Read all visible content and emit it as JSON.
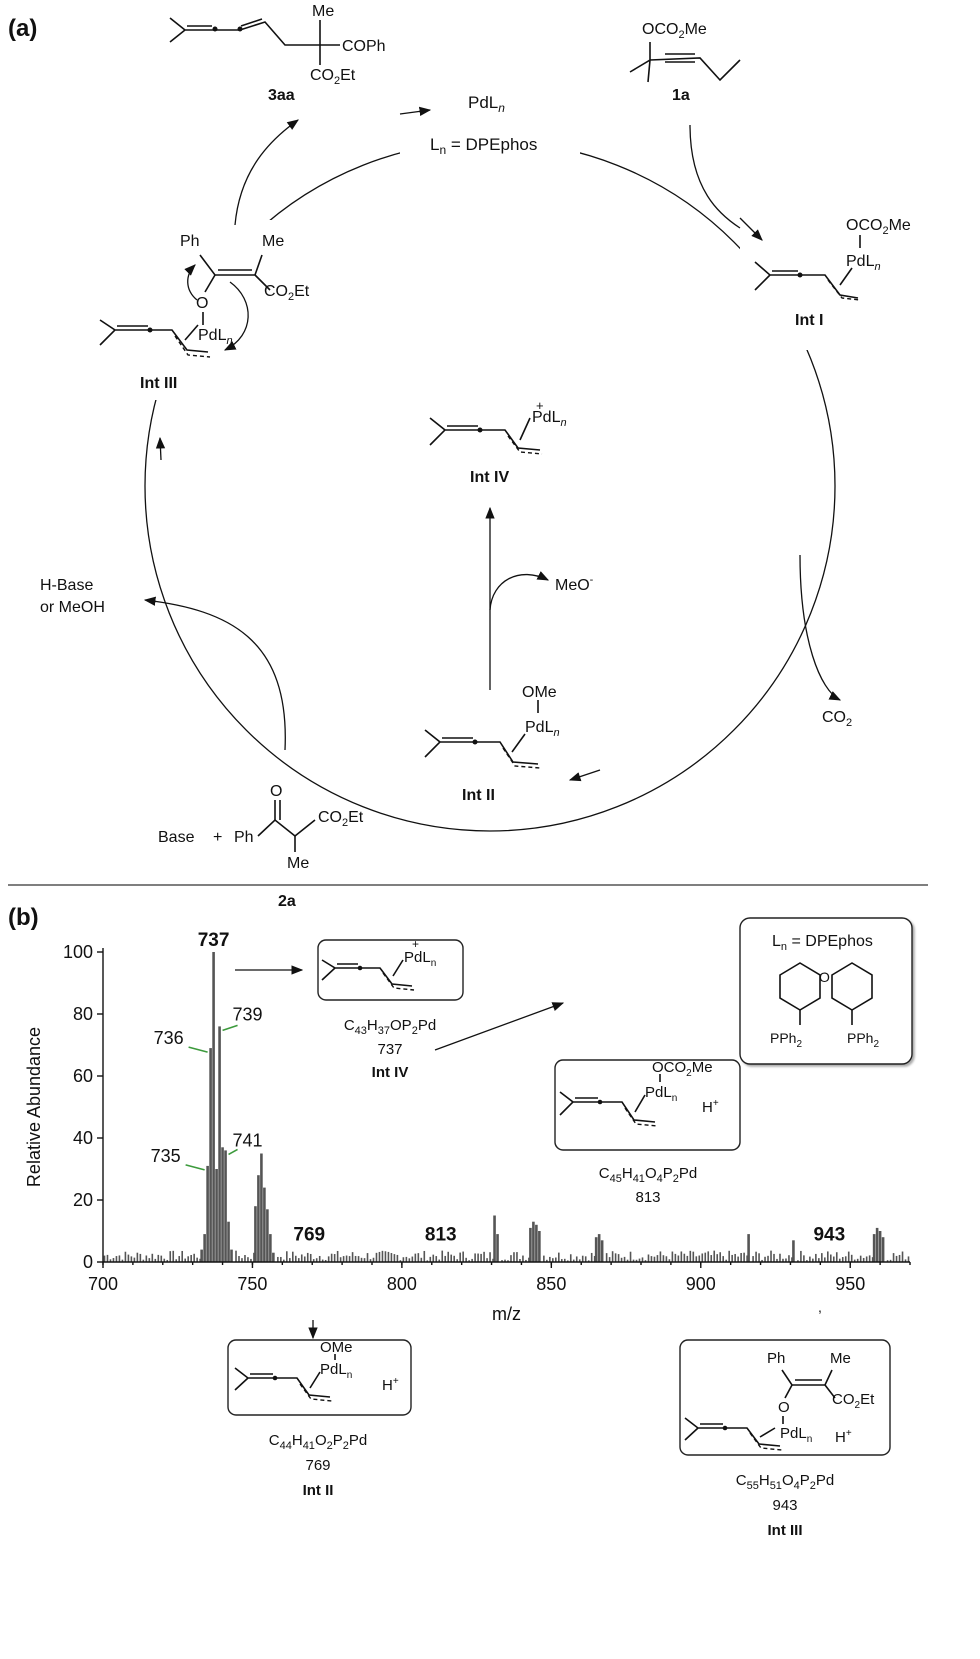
{
  "panel_a": {
    "label": "(a)",
    "catalyst": "PdL",
    "catalyst_sub": "n",
    "ligand_note_L": "L",
    "ligand_note_sub": "n",
    "ligand_note_rest": " = DPEphos",
    "compound_1a": "1a",
    "compound_1a_group": "OCO",
    "compound_2a": "2a",
    "compound_3aa": "3aa",
    "int1": "Int I",
    "int2": "Int II",
    "int3": "Int III",
    "int4": "Int IV",
    "co2": "CO",
    "meo": "MeO",
    "hbase_line1": "H-Base",
    "hbase_line2": "or MeOH",
    "base": "Base",
    "plus": "+",
    "me": "Me",
    "ph": "Ph",
    "coph": "COPh",
    "co2et": "CO",
    "et": "Et",
    "ome": "OMe",
    "o": "O"
  },
  "panel_b": {
    "label": "(b)",
    "ligand_box_L": "L",
    "ligand_box_sub": "n",
    "ligand_box_rest": " = DPEphos",
    "pph2": "PPh",
    "ions": [
      {
        "formula_parts": [
          "C",
          "43",
          "H",
          "37",
          "OP",
          "2",
          "Pd"
        ],
        "mz": "737",
        "name": "Int IV"
      },
      {
        "formula_parts": [
          "C",
          "45",
          "H",
          "41",
          "O",
          "4",
          "P",
          "2",
          "Pd"
        ],
        "mz": "813",
        "name": ""
      },
      {
        "formula_parts": [
          "C",
          "44",
          "H",
          "41",
          "O",
          "2",
          "P",
          "2",
          "Pd"
        ],
        "mz": "769",
        "name": "Int II"
      },
      {
        "formula_parts": [
          "C",
          "55",
          "H",
          "51",
          "O",
          "4",
          "P",
          "2",
          "Pd"
        ],
        "mz": "943",
        "name": "Int III"
      }
    ],
    "hplus": "H",
    "ocoome": "OCO",
    "comma": ","
  },
  "chart_data": {
    "type": "bar",
    "xlabel": "m/z",
    "ylabel": "Relative Abundance",
    "xlim": [
      700,
      970
    ],
    "ylim": [
      0,
      100
    ],
    "xticks": [
      700,
      750,
      800,
      850,
      900,
      950
    ],
    "yticks": [
      0,
      20,
      40,
      60,
      80,
      100
    ],
    "peak_labels": [
      {
        "mz": 735,
        "text": "735",
        "bold": false
      },
      {
        "mz": 736,
        "text": "736",
        "bold": false
      },
      {
        "mz": 737,
        "text": "737",
        "bold": true
      },
      {
        "mz": 739,
        "text": "739",
        "bold": false
      },
      {
        "mz": 741,
        "text": "741",
        "bold": false
      },
      {
        "mz": 769,
        "text": "769",
        "bold": true
      },
      {
        "mz": 813,
        "text": "813",
        "bold": true
      },
      {
        "mz": 943,
        "text": "943",
        "bold": true
      }
    ],
    "major_peaks": [
      {
        "mz": 733,
        "y": 4
      },
      {
        "mz": 734,
        "y": 9
      },
      {
        "mz": 735,
        "y": 31
      },
      {
        "mz": 736,
        "y": 69
      },
      {
        "mz": 737,
        "y": 100
      },
      {
        "mz": 738,
        "y": 30
      },
      {
        "mz": 739,
        "y": 76
      },
      {
        "mz": 740,
        "y": 37
      },
      {
        "mz": 741,
        "y": 36
      },
      {
        "mz": 742,
        "y": 13
      },
      {
        "mz": 743,
        "y": 4
      },
      {
        "mz": 751,
        "y": 18
      },
      {
        "mz": 752,
        "y": 28
      },
      {
        "mz": 753,
        "y": 35
      },
      {
        "mz": 754,
        "y": 24
      },
      {
        "mz": 755,
        "y": 17
      },
      {
        "mz": 756,
        "y": 9
      },
      {
        "mz": 757,
        "y": 3
      },
      {
        "mz": 831,
        "y": 15
      },
      {
        "mz": 832,
        "y": 9
      },
      {
        "mz": 843,
        "y": 11
      },
      {
        "mz": 844,
        "y": 13
      },
      {
        "mz": 845,
        "y": 12
      },
      {
        "mz": 846,
        "y": 10
      },
      {
        "mz": 865,
        "y": 8
      },
      {
        "mz": 866,
        "y": 9
      },
      {
        "mz": 867,
        "y": 7
      },
      {
        "mz": 916,
        "y": 9
      },
      {
        "mz": 931,
        "y": 7
      },
      {
        "mz": 958,
        "y": 9
      },
      {
        "mz": 959,
        "y": 11
      },
      {
        "mz": 960,
        "y": 10
      },
      {
        "mz": 961,
        "y": 8
      }
    ]
  }
}
